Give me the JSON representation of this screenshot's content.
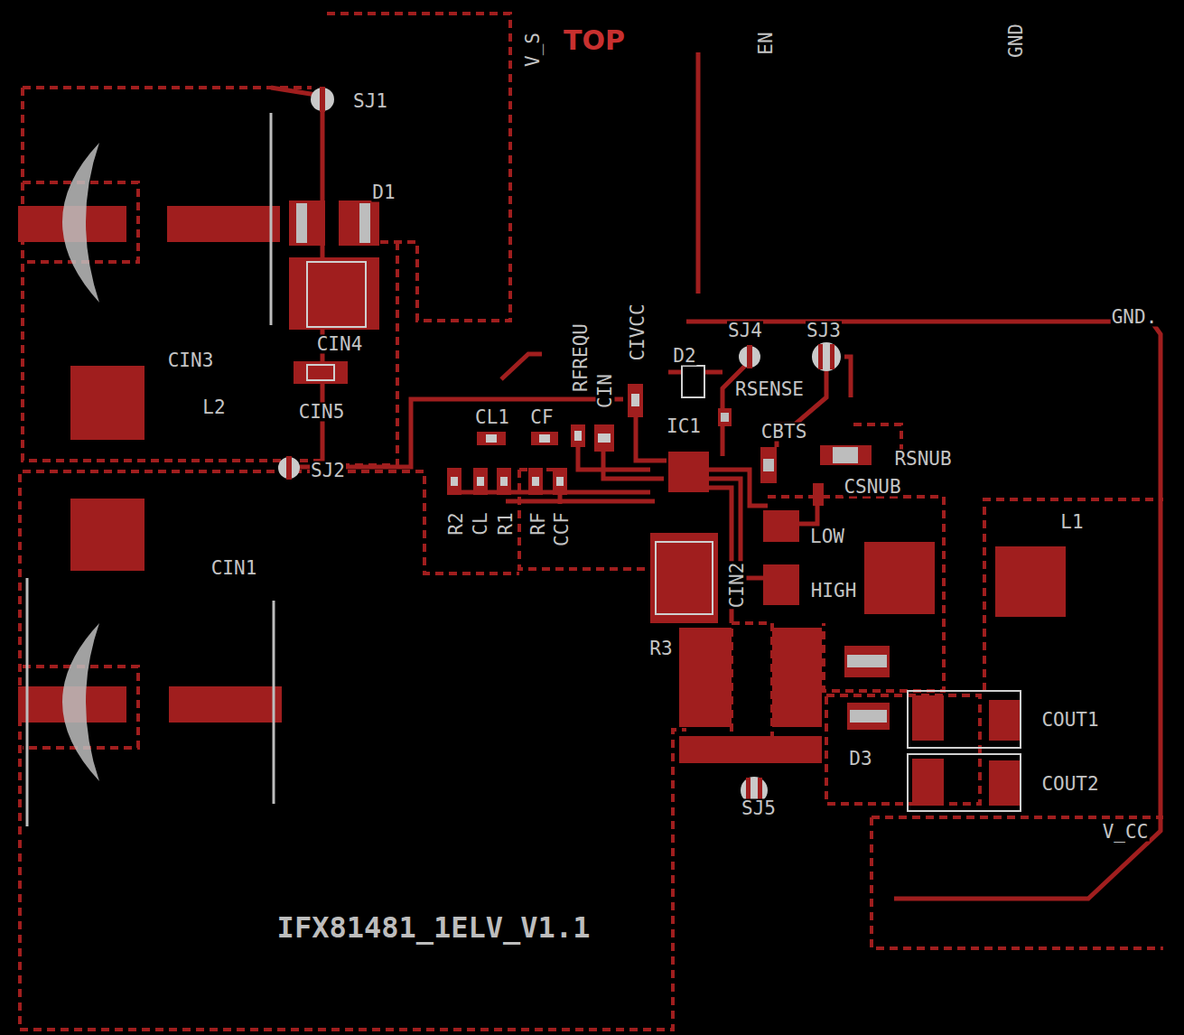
{
  "diagram": {
    "labels": [
      "V_S",
      "TOP",
      "EN",
      "GND",
      "SJ1",
      "D1",
      "CIN4",
      "CIN3",
      "L2",
      "CIN5",
      "SJ2",
      "CIN1",
      "GND.",
      "SJ4",
      "SJ3",
      "CIVCC",
      "D2",
      "RFREQU",
      "CIN",
      "RSENSE",
      "CL1",
      "CF",
      "IC1",
      "CBTS",
      "RSNUB",
      "CSNUB",
      "R2",
      "CL",
      "R1",
      "RF",
      "CCF",
      "LOW",
      "HIGH",
      "L1",
      "CIN2",
      "R3",
      "COUT1",
      "D3",
      "COUT2",
      "SJ5",
      "V_CC",
      "IFX81481_1ELV_V1.1"
    ]
  }
}
